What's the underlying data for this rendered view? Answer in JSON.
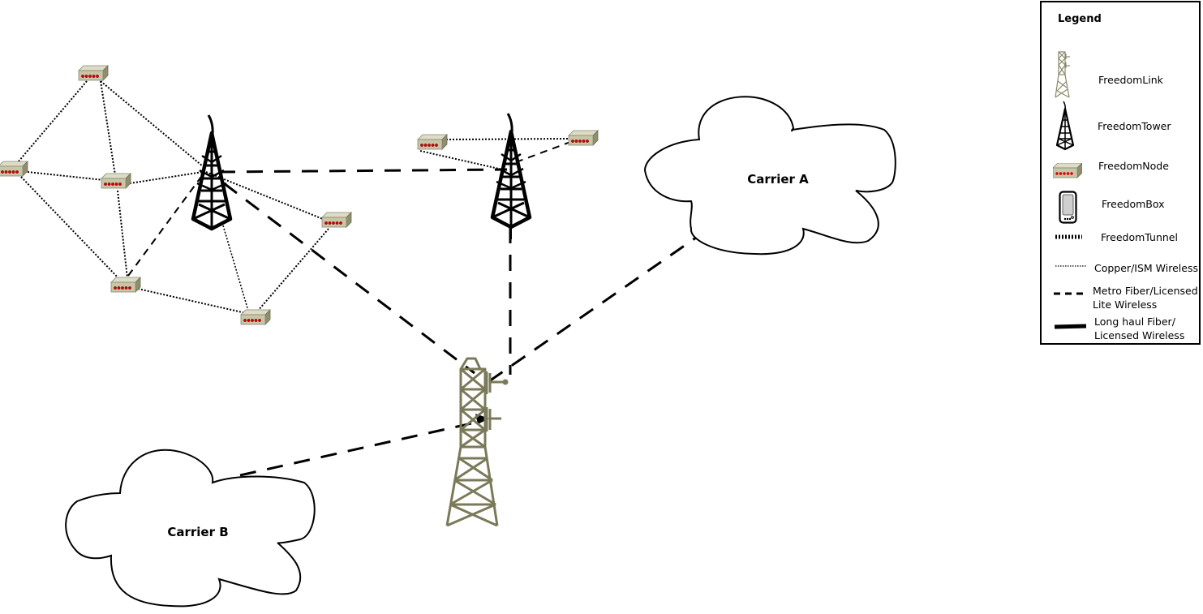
{
  "clouds": {
    "carrier_a": "Carrier A",
    "carrier_b": "Carrier B"
  },
  "legend": {
    "title": "Legend",
    "items": [
      {
        "icon": "freedom-link-icon",
        "label": "FreedomLink"
      },
      {
        "icon": "freedom-tower-icon",
        "label": "FreedomTower"
      },
      {
        "icon": "freedom-node-icon",
        "label": "FreedomNode"
      },
      {
        "icon": "freedom-box-icon",
        "label": "FreedomBox"
      },
      {
        "icon": "freedom-tunnel-line",
        "label": "FreedomTunnel"
      },
      {
        "icon": "copper-ism-line",
        "label": "Copper/ISM Wireless"
      },
      {
        "icon": "metro-fiber-line",
        "label": "Metro Fiber/Licensed Lite Wireless",
        "lines": [
          "Metro Fiber/Licensed",
          "Lite Wireless"
        ]
      },
      {
        "icon": "long-haul-line",
        "label": "Long haul Fiber/ Licensed Wireless",
        "lines": [
          "Long haul Fiber/",
          "Licensed Wireless"
        ]
      }
    ]
  },
  "colors": {
    "link_tower": "#7a7a5a",
    "node_body": "#c8c6a8",
    "node_led": "#cc0000",
    "line": "#000000"
  }
}
